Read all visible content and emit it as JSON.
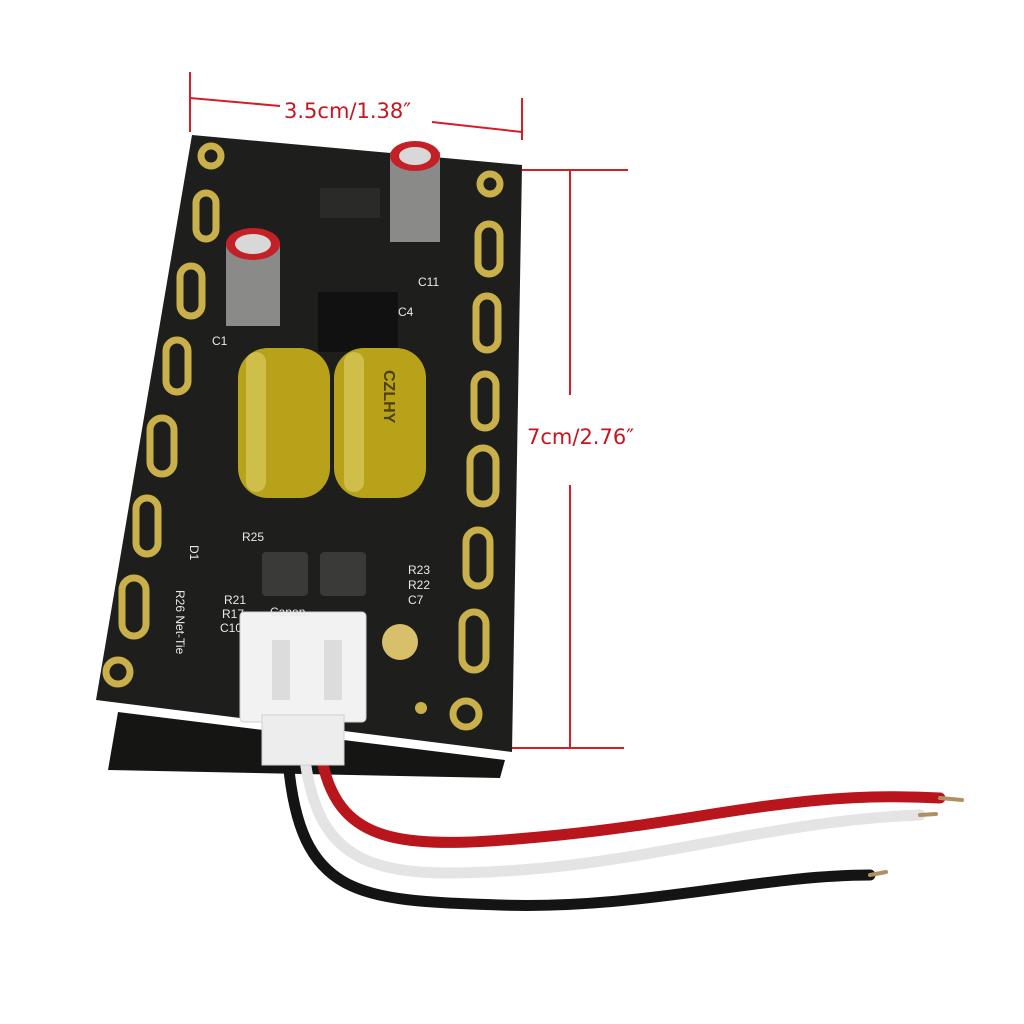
{
  "dimensions": {
    "width_label": "3.5cm/1.38″",
    "height_label": "7cm/2.76″",
    "line_color": "#d41e28"
  },
  "board": {
    "silkscreen": [
      "R25",
      "R23",
      "R22",
      "C7",
      "R21",
      "R17",
      "C10",
      "D1",
      "R26 Net-Tie",
      "C1",
      "C11",
      "C4"
    ],
    "capacitor_marking": "CZLHY",
    "connector_marking": "Canon",
    "pcb_color": "#1e1f1d",
    "pad_color": "#c9b04a"
  },
  "wires": {
    "colors": [
      "#b8161c",
      "#e4e4e4",
      "#141414"
    ]
  }
}
